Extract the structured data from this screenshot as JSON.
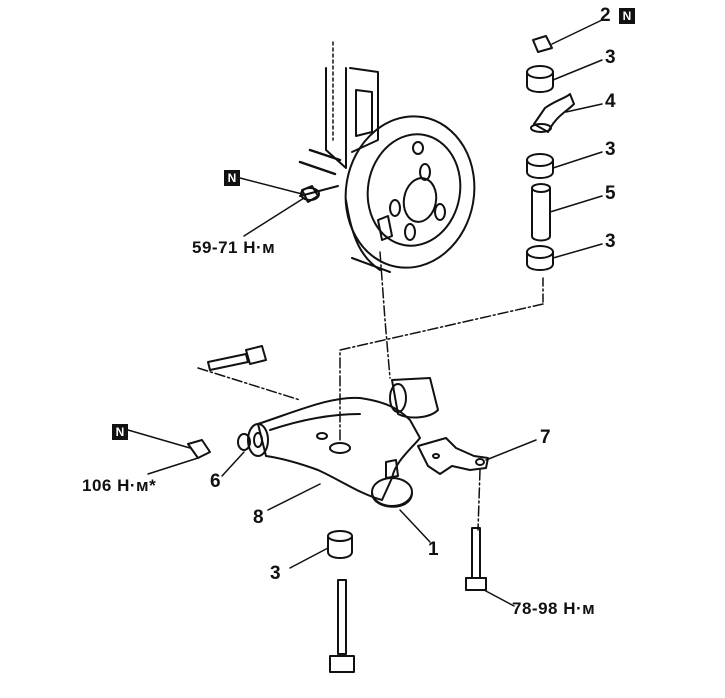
{
  "callouts": {
    "p1": "1",
    "p2": "2",
    "p3a": "3",
    "p3b": "3",
    "p3c": "3",
    "p3d": "3",
    "p4": "4",
    "p5": "5",
    "p6": "6",
    "p7": "7",
    "p8": "8"
  },
  "new_part_marks": {
    "top": "N",
    "hub": "N",
    "arm": "N"
  },
  "torque": {
    "hub_nut": "59-71 Н·м",
    "arm_nut": "106 Н·м*",
    "bracket_bolt": "78-98 Н·м"
  }
}
